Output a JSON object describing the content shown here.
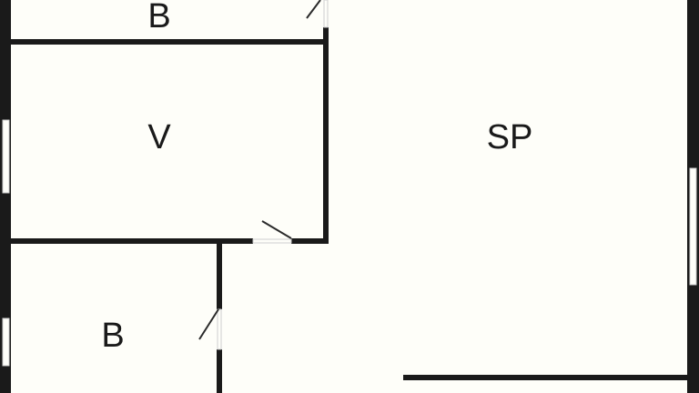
{
  "rooms": {
    "top_bedroom": "B",
    "storage": "V",
    "living": "SP",
    "bottom_bedroom": "B"
  },
  "colors": {
    "wall": "#1a1a1a",
    "background": "#fefef9"
  }
}
